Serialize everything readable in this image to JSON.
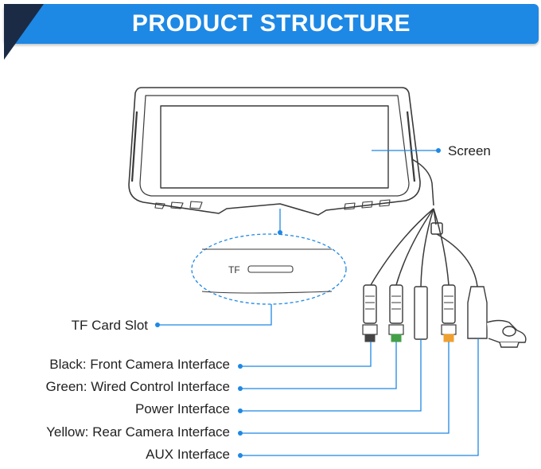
{
  "header": {
    "title": "PRODUCT STRUCTURE"
  },
  "labels": {
    "screen": "Screen",
    "tf_card_slot": "TF Card Slot",
    "tf_marking": "TF",
    "black": "Black: Front Camera Interface",
    "green": "Green: Wired Control Interface",
    "power": "Power Interface",
    "yellow": "Yellow: Rear Camera Interface",
    "aux": "AUX Interface"
  },
  "colors": {
    "header_bg": "#1e88e5",
    "header_corner": "#1b2b45",
    "callout": "#1e88e5",
    "outline": "#3a3a3a",
    "connector_black": "#444444",
    "connector_green": "#43a047",
    "connector_yellow": "#f0a030"
  }
}
